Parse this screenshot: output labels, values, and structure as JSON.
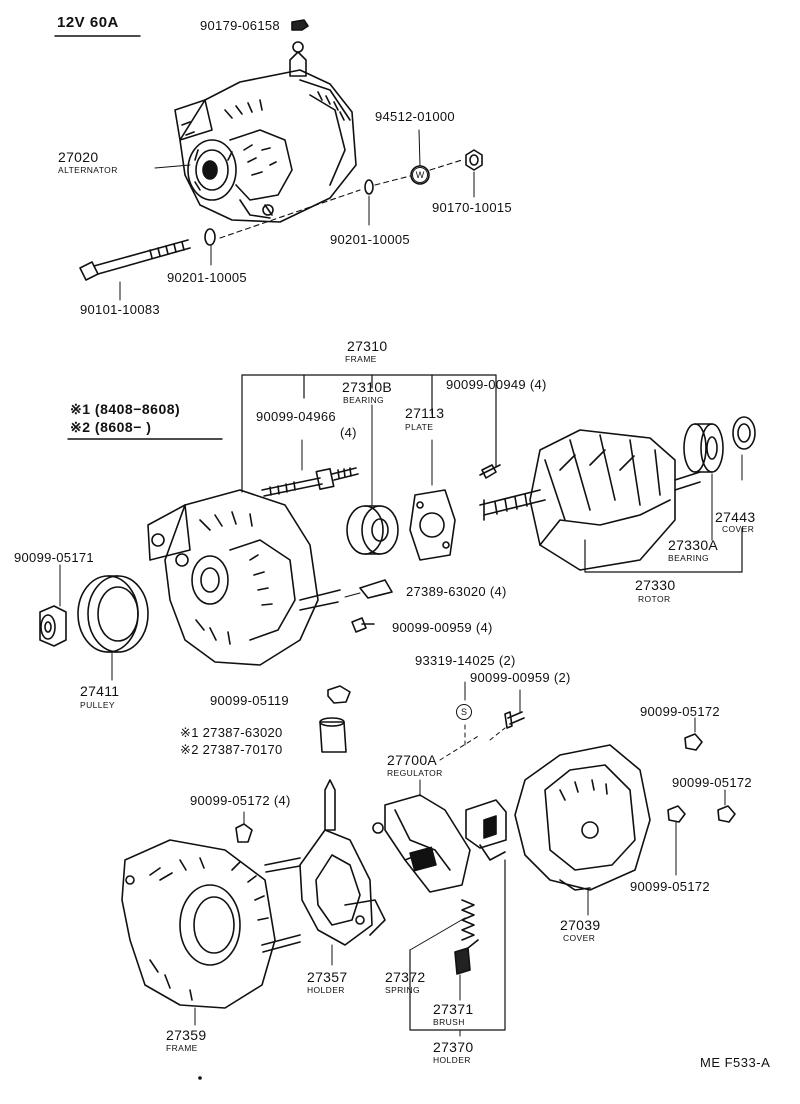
{
  "spec": "12V 60A",
  "legend": {
    "row1": "※1  (8408−8608)",
    "row2": "※2  (8608−        )"
  },
  "drawing_ref": "ME F533-A",
  "symbols": {
    "washer": "W",
    "screw": "S"
  },
  "parts": {
    "p90179": "90179-06158",
    "p27020": "27020",
    "p27020_name": "ALTERNATOR",
    "p94512": "94512-01000",
    "p90170": "90170-10015",
    "p90201a": "90201-10005",
    "p90201b": "90201-10005",
    "p90101": "90101-10083",
    "p27310": "27310",
    "p27310_name": "FRAME",
    "p27310B": "27310B",
    "p27310B_name": "BEARING",
    "p90099_00949": "90099-00949 (4)",
    "p90099_04966": "90099-04966",
    "p90099_04966_qty": "(4)",
    "p27113": "27113",
    "p27113_name": "PLATE",
    "p27443": "27443",
    "p27443_name": "COVER",
    "p27330A": "27330A",
    "p27330A_name": "BEARING",
    "p27330": "27330",
    "p27330_name": "ROTOR",
    "p90099_05171": "90099-05171",
    "p27411": "27411",
    "p27411_name": "PULLEY",
    "p27389": "27389-63020 (4)",
    "p90099_00959": "90099-00959 (4)",
    "p93319": "93319-14025 (2)",
    "p90099_00959b": "90099-00959 (2)",
    "p90099_05119": "90099-05119",
    "p27387a": "※1  27387-63020",
    "p27387b": "※2  27387-70170",
    "p90099_05172a": "90099-05172",
    "p90099_05172b": "90099-05172",
    "p90099_05172c": "90099-05172",
    "p90099_05172d": "90099-05172 (4)",
    "p27700A": "27700A",
    "p27700A_name": "REGULATOR",
    "p27039": "27039",
    "p27039_name": "COVER",
    "p27357": "27357",
    "p27357_name": "HOLDER",
    "p27372": "27372",
    "p27372_name": "SPRING",
    "p27371": "27371",
    "p27371_name": "BRUSH",
    "p27370": "27370",
    "p27370_name": "HOLDER",
    "p27359": "27359",
    "p27359_name": "FRAME"
  }
}
